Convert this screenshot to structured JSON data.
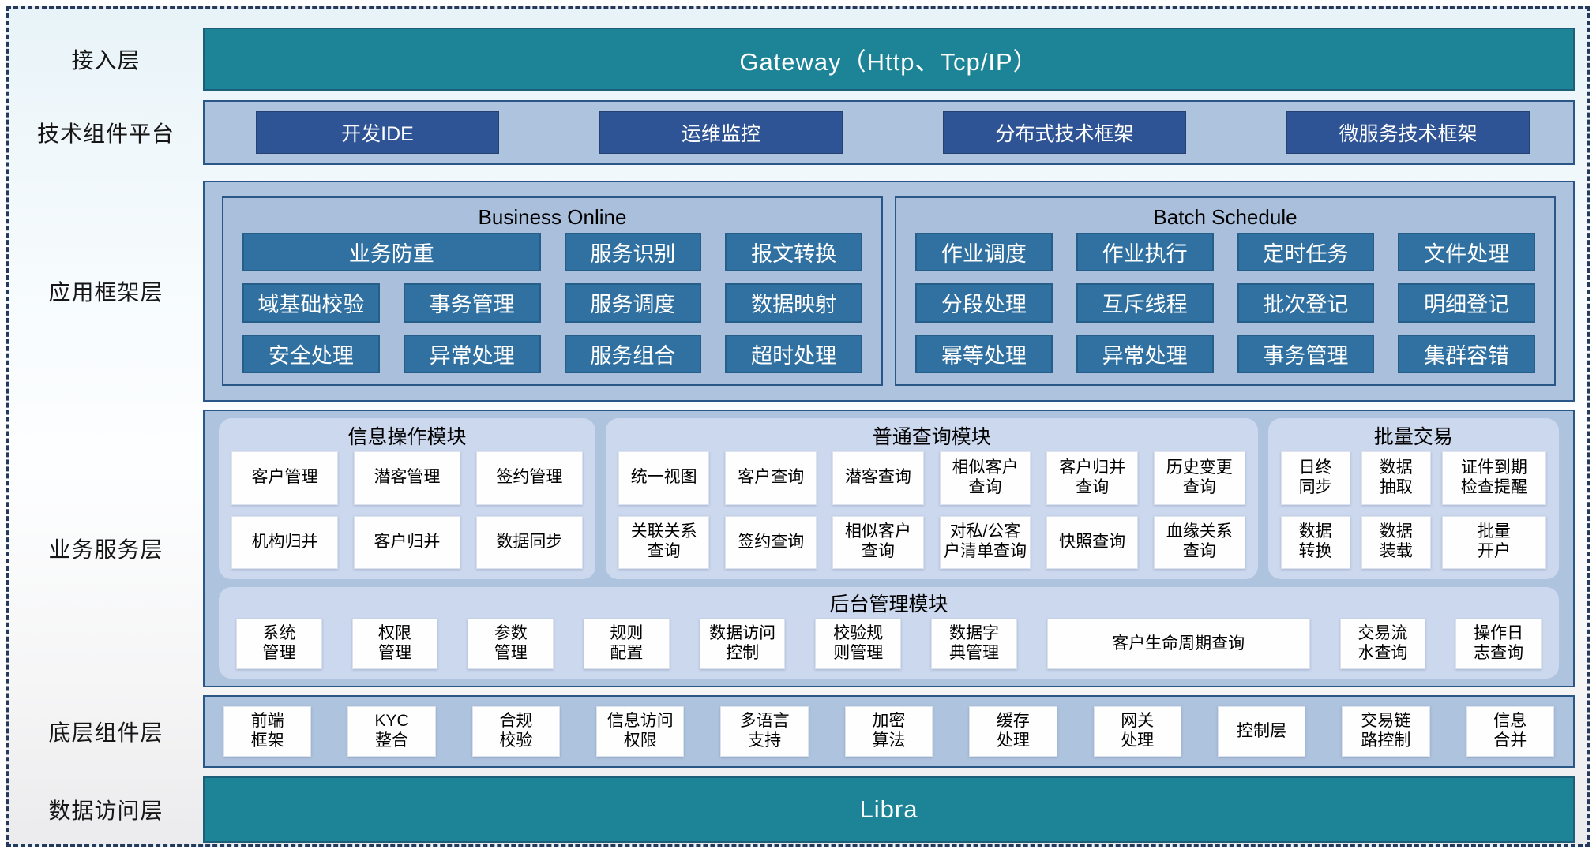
{
  "colors": {
    "teal": "#1c8496",
    "navy": "#2f5496",
    "panel_fill": "#aec3de",
    "panel_border": "#2a5787",
    "blue_item": "#3071a2",
    "module_fill": "#ccd8ee",
    "frame_border": "#24395b"
  },
  "access_label": "接入层",
  "gateway": "Gateway（Http、Tcp/IP）",
  "tech_label": "技术组件平台",
  "tech_items": [
    "开发IDE",
    "运维监控",
    "分布式技术框架",
    "微服务技术框架"
  ],
  "app_label": "应用框架层",
  "business_online": {
    "title": "Business Online",
    "items": [
      "业务防重",
      "服务识别",
      "报文转换",
      "域基础校验",
      "事务管理",
      "服务调度",
      "数据映射",
      "安全处理",
      "异常处理",
      "服务组合",
      "超时处理"
    ]
  },
  "batch_schedule": {
    "title": "Batch Schedule",
    "items": [
      "作业调度",
      "作业执行",
      "定时任务",
      "文件处理",
      "分段处理",
      "互斥线程",
      "批次登记",
      "明细登记",
      "幂等处理",
      "异常处理",
      "事务管理",
      "集群容错"
    ]
  },
  "service_label": "业务服务层",
  "info_module": {
    "title": "信息操作模块",
    "items": [
      "客户管理",
      "潜客管理",
      "签约管理",
      "机构归并",
      "客户归并",
      "数据同步"
    ]
  },
  "query_module": {
    "title": "普通查询模块",
    "items": [
      "统一视图",
      "客户查询",
      "潜客查询",
      "相似客户\n查询",
      "客户归并\n查询",
      "历史变更\n查询",
      "关联关系\n查询",
      "签约查询",
      "相似客户\n查询",
      "对私/公客\n户清单查询",
      "快照查询",
      "血缘关系\n查询"
    ]
  },
  "batch_module": {
    "title": "批量交易",
    "items": [
      "日终\n同步",
      "数据\n抽取",
      "证件到期\n检查提醒",
      "数据\n转换",
      "数据\n装载",
      "批量\n开户"
    ]
  },
  "admin_module": {
    "title": "后台管理模块",
    "items": [
      "系统\n管理",
      "权限\n管理",
      "参数\n管理",
      "规则\n配置",
      "数据访问\n控制",
      "校验规\n则管理",
      "数据字\n典管理",
      "客户生命周期查询",
      "交易流\n水查询",
      "操作日\n志查询"
    ]
  },
  "base_label": "底层组件层",
  "base_items": [
    "前端\n框架",
    "KYC\n整合",
    "合规\n校验",
    "信息访问\n权限",
    "多语言\n支持",
    "加密\n算法",
    "缓存\n处理",
    "网关\n处理",
    "控制层",
    "交易链\n路控制",
    "信息\n合并"
  ],
  "data_label": "数据访问层",
  "libra": "Libra"
}
